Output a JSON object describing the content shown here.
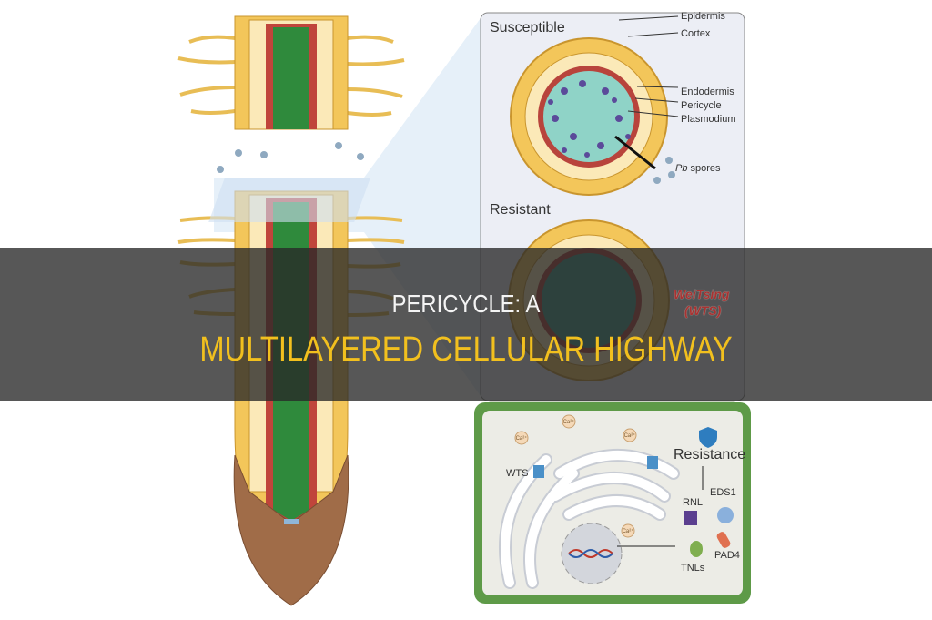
{
  "title": {
    "line1": "PERICYCLE: A",
    "line2": "MULTILAYERED CELLULAR HIGHWAY"
  },
  "colors": {
    "banner_bg": "#282828",
    "line1": "#f4f4f4",
    "line2": "#f2c01e",
    "cortex": "#f3c65a",
    "endodermis": "#b8443c",
    "stele": "#2f8a3c",
    "cell_panel_border": "#5e9a48"
  },
  "cross_section": {
    "susceptible_label": "Susceptible",
    "resistant_label": "Resistant",
    "labels": [
      "Epidermis",
      "Cortex",
      "Endodermis",
      "Pericycle",
      "Plasmodium"
    ],
    "spores_italic": "Pb",
    "spores_text": " spores",
    "weitsing": "WeiTsing",
    "wts": "(WTS)"
  },
  "cell": {
    "wts": "WTS",
    "ca": "Ca²⁺",
    "resistance": "Resistance",
    "eds1": "EDS1",
    "rnl": "RNL",
    "pad4": "PAD4",
    "tnls": "TNLs",
    "icons": [
      "shield-icon",
      "dna-icon"
    ]
  }
}
